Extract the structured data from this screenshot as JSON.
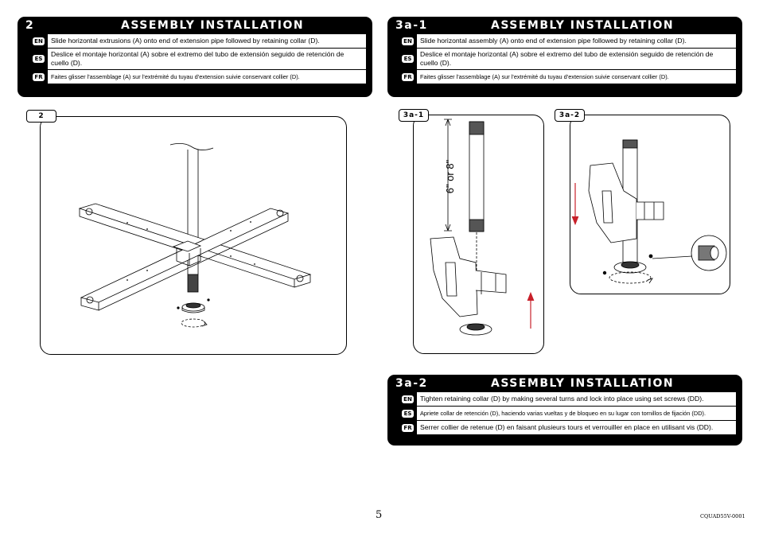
{
  "sections": [
    {
      "number": "2",
      "title": "ASSEMBLY INSTALLATION",
      "rows": [
        {
          "lang": "EN",
          "text": "Slide horizontal extrusions (A) onto end of extension pipe followed by retaining collar (D)."
        },
        {
          "lang": "ES",
          "text": "Deslice el montaje horizontal (A) sobre el extremo del tubo de extensión seguido de retención de cuello (D)."
        },
        {
          "lang": "FR",
          "text": "Faites glisser l'assemblage (A) sur l'extrémité du tuyau d'extension suivie conservant collier (D)."
        }
      ]
    },
    {
      "number": "3a-1",
      "title": "ASSEMBLY INSTALLATION",
      "rows": [
        {
          "lang": "EN",
          "text": "Slide horizontal assembly (A) onto end of extension pipe followed by retaining collar (D)."
        },
        {
          "lang": "ES",
          "text": "Deslice el montaje horizontal (A) sobre el extremo del tubo de extensión seguido de retención de cuello (D)."
        },
        {
          "lang": "FR",
          "text": "Faites glisser l'assemblage (A) sur l'extrémité du tuyau d'extension suivie conservant collier (D)."
        }
      ]
    },
    {
      "number": "3a-2",
      "title": "ASSEMBLY INSTALLATION",
      "rows": [
        {
          "lang": "EN",
          "text": "Tighten retaining collar (D) by making several turns and lock into place using set screws (DD)."
        },
        {
          "lang": "ES",
          "text": "Apriete collar de retención (D), haciendo varias vueltas y de bloqueo en su lugar con tornillos de fijación (DD)."
        },
        {
          "lang": "FR",
          "text": "Serrer collier de retenue (D) en faisant plusieurs tours et verrouiller en place en utilisant vis (DD)."
        }
      ]
    }
  ],
  "figures": {
    "fig2_tag": "2",
    "fig3a1_tag": "3a-1",
    "fig3a2_tag": "3a-2",
    "dimension_label": "6\" or 8\""
  },
  "footer": {
    "page_number": "5",
    "doc_code": "CQUAD55V-0001"
  },
  "colors": {
    "accent_arrow": "#c8202a",
    "header_bg": "#000000"
  }
}
